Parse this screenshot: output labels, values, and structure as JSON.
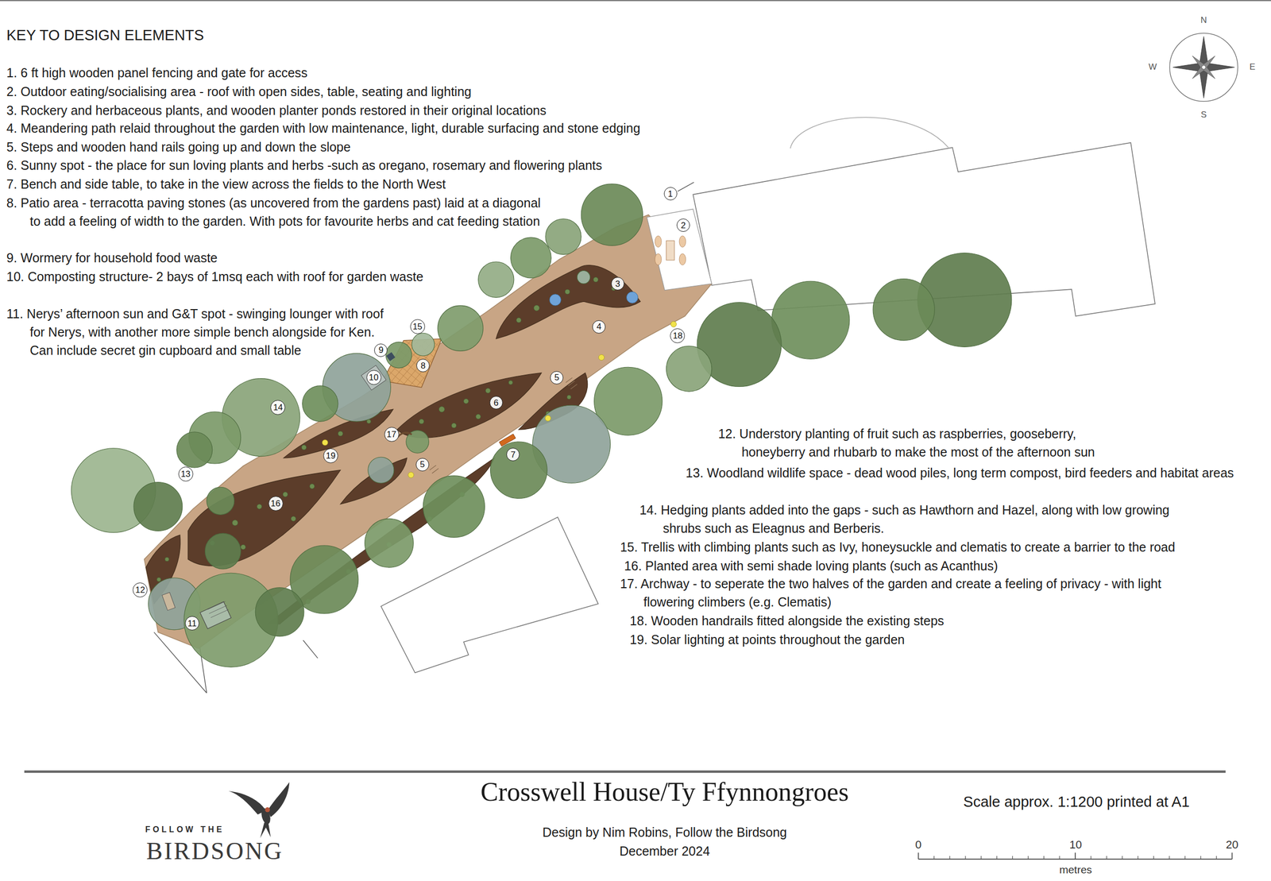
{
  "diagram": {
    "title": "Crosswell House/Ty Ffynnongroes",
    "nodes": [
      {
        "text": [
          "1"
        ]
      },
      {
        "text": [
          "2"
        ]
      },
      {
        "text": [
          "3"
        ]
      },
      {
        "text": [
          "4"
        ]
      },
      {
        "text": [
          "5"
        ]
      },
      {
        "text": [
          "5"
        ]
      },
      {
        "text": [
          "6"
        ]
      },
      {
        "text": [
          "7"
        ]
      },
      {
        "text": [
          "8"
        ]
      },
      {
        "text": [
          "9"
        ]
      },
      {
        "text": [
          "10"
        ]
      },
      {
        "text": [
          "11"
        ]
      },
      {
        "text": [
          "12"
        ]
      },
      {
        "text": [
          "13"
        ]
      },
      {
        "text": [
          "14"
        ]
      },
      {
        "text": [
          "15"
        ]
      },
      {
        "text": [
          "16"
        ]
      },
      {
        "text": [
          "17"
        ]
      },
      {
        "text": [
          "18"
        ]
      },
      {
        "text": [
          "19"
        ]
      }
    ],
    "labels": [
      "KEY TO DESIGN ELEMENTS",
      "1. 6 ft high wooden panel fencing and gate for access",
      "2. Outdoor eating/socialising area - roof with open sides, table, seating and lighting",
      "3. Rockery and herbaceous plants, and wooden planter ponds restored in their original locations",
      "4. Meandering path relaid throughout the garden with low maintenance, light, durable surfacing and stone edging",
      "5. Steps and wooden hand rails going up and down the slope",
      "6. Sunny spot - the place for sun loving plants and herbs -such as oregano, rosemary and flowering plants",
      "7. Bench and side table, to take in the view across the fields to the North West",
      "8. Patio area - terracotta paving stones (as uncovered from the gardens past) laid at a diagonal to add a feeling of width to the garden. With pots for favourite herbs and cat feeding station",
      "9. Wormery for household food waste",
      "10. Composting structure- 2 bays of 1msq each with roof for garden waste",
      "11. Nerys’ afternoon sun and G&T spot - swinging lounger with roof for Nerys, with another more simple bench alongside for Ken. Can include secret gin cupboard and small table",
      "12. Understory planting of fruit such as raspberries, gooseberry, honeyberry and rhubarb to make the most of the afternoon sun",
      "13. Woodland wildlife space - dead wood piles, long term compost, bird feeders and habitat areas",
      "14. Hedging plants added into the gaps - such as Hawthorn and Hazel, along with low growing shrubs such as Eleagnus and Berberis.",
      "15. Trellis with climbing plants such as Ivy, honeysuckle and clematis to create a barrier to the road",
      "16. Planted area with semi shade loving plants (such as Acanthus)",
      "17. Archway - to seperate the two halves of the garden and create a feeling of privacy - with light flowering climbers (e.g. Clematis)",
      "18. Wooden handrails fitted alongside the existing steps",
      "19. Solar lighting at points throughout the garden",
      "N",
      "E",
      "S",
      "W",
      "FOLLOW THE",
      "BIRDSONG",
      "Design by Nim Robins, Follow the Birdsong",
      "December 2024",
      "Scale approx. 1:1200 printed at A1",
      "0",
      "10",
      "20",
      "metres"
    ]
  }
}
